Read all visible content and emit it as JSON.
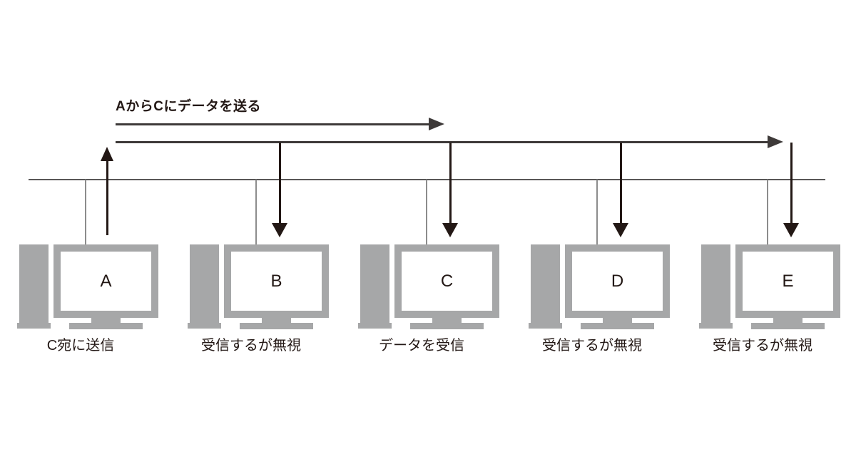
{
  "diagram": {
    "title": "AからCにデータを送る",
    "computers": [
      {
        "name": "A",
        "caption": "C宛に送信",
        "role": "sender"
      },
      {
        "name": "B",
        "caption": "受信するが無視",
        "role": "receives-but-ignores"
      },
      {
        "name": "C",
        "caption": "データを受信",
        "role": "receiver"
      },
      {
        "name": "D",
        "caption": "受信するが無視",
        "role": "receives-but-ignores"
      },
      {
        "name": "E",
        "caption": "受信するが無視",
        "role": "receives-but-ignores"
      }
    ]
  },
  "colors": {
    "ink": "#231815",
    "line": "#3e3a39",
    "bus": "#595757",
    "stub": "#8c8c8c",
    "device": "#a6a7a8",
    "bg": "#ffffff"
  }
}
